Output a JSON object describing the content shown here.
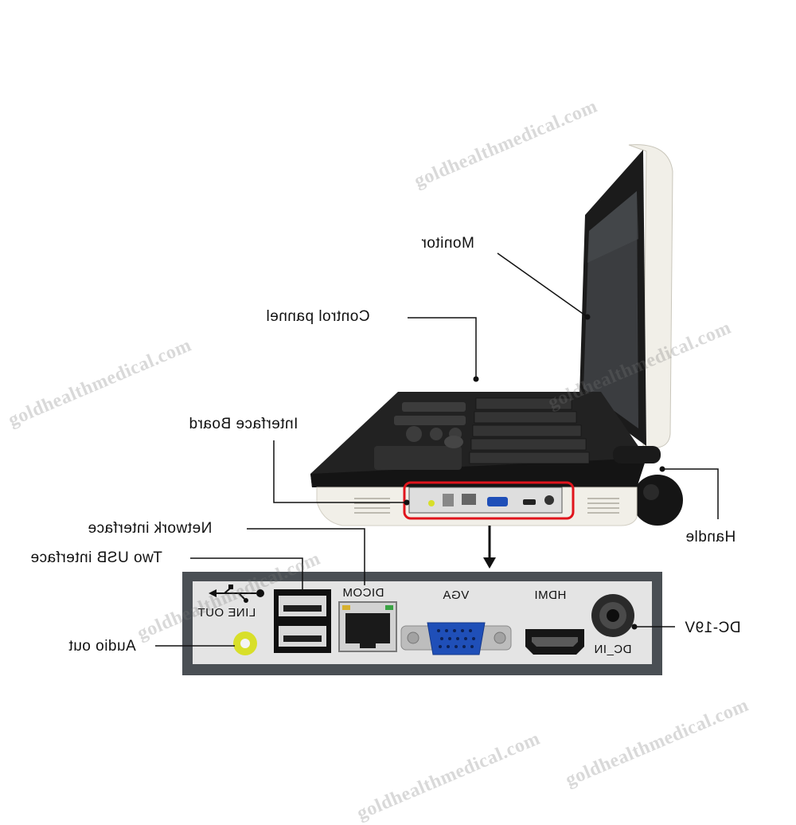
{
  "callouts": {
    "monitor": "Monitor",
    "control_panel": "Control pannel",
    "interface_board": "Interface Board",
    "network_interface": "Network interface",
    "two_usb": "Two USB interface",
    "audio_out": "Audio out",
    "handle": "Handle",
    "dc": "DC-19V"
  },
  "panel": {
    "line_out": "LINE OUT",
    "dicom": "DICOM",
    "vga": "VGA",
    "hdmi": "HDMI",
    "dc_in": "DC_IN"
  },
  "watermark": "goldhealthmedical.com",
  "colors": {
    "highlight": "#e0141c",
    "panel_bg": "#e4e4e4",
    "panel_border": "#4a4f54",
    "audio_jack": "#d8df2a",
    "vga_blue": "#1f4fb8",
    "device_shell": "#1c1c1c",
    "device_base": "#f1efe8"
  }
}
